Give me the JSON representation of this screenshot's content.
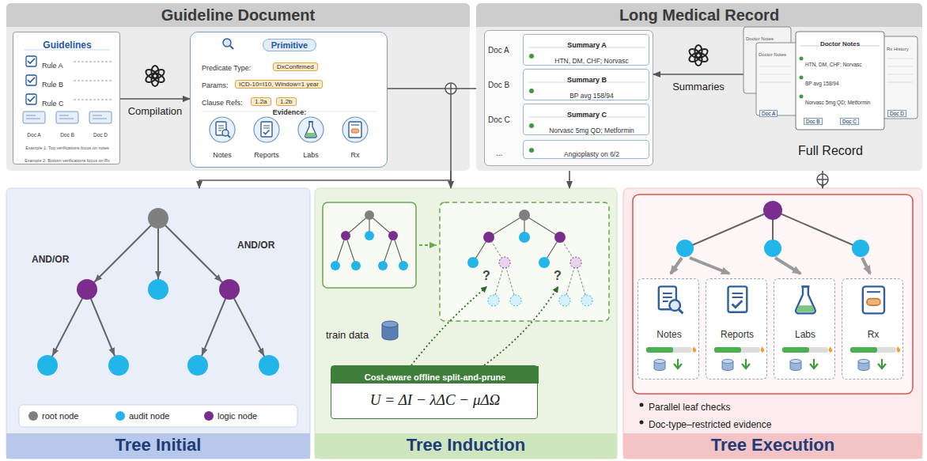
{
  "diagram": {
    "nodes": [
      {
        "text": [
          "Guideline Document"
        ]
      },
      {
        "text": [
          "Guidelines",
          "Rule A",
          "Rule B",
          "Rule C",
          "Doc A",
          "Doc B",
          "Doc D",
          "Example 1: Top verifications focus on notes",
          "Example 2: Bottom verifications focus on Rx"
        ],
        "in": 0
      },
      {
        "text": [
          "Primitive",
          "Predicate Type:",
          "DxConfirmed",
          "Params:",
          "ICD-10=I10, Window=1 year",
          "Clause Refs:",
          "1.2a",
          "1.2b",
          "Evidence:"
        ],
        "in": 0
      },
      {
        "text": [
          "Notes"
        ],
        "in": 2
      },
      {
        "text": [
          "Reports"
        ],
        "in": 2
      },
      {
        "text": [
          "Labs"
        ],
        "in": 2
      },
      {
        "text": [
          "Rx"
        ],
        "in": 2
      },
      {
        "text": [
          "Long Medical Record"
        ]
      },
      {
        "text": [
          "Doc A",
          "Doc B",
          "Doc C",
          "..."
        ],
        "in": 7
      },
      {
        "text": [
          "Summary A",
          "HTN, DM, CHF; Norvasc"
        ],
        "in": 8
      },
      {
        "text": [
          "Summary B",
          "BP avg 158/94"
        ],
        "in": 8
      },
      {
        "text": [
          "Summary C",
          "Norvasc 5mg QD; Metformin"
        ],
        "in": 8
      },
      {
        "text": [
          "Angioplasty on 6/2"
        ],
        "in": 8
      },
      {
        "text": [
          "Doctor Notes",
          "Doctor Notes",
          "Doctor Notes",
          "Rx History",
          "HTN, DM, CHF; Norvasc",
          "BP avg 158/94",
          "Norvasc 5mg QD; Metformin",
          "Doc A",
          "Doc B",
          "Doc C",
          "Doc D",
          "Full Record"
        ],
        "in": 7
      },
      {
        "text": [
          "Tree Initial"
        ]
      },
      {
        "text": [
          "Tree Induction"
        ]
      },
      {
        "text": [
          "Tree Execution"
        ]
      },
      {
        "text": [
          "Cost-aware offline split-and-prune",
          "U = ΔI − λΔC − μΔΩ"
        ],
        "in": 15
      },
      {
        "text": [
          "Notes"
        ],
        "in": 16
      },
      {
        "text": [
          "Reports"
        ],
        "in": 16
      },
      {
        "text": [
          "Labs"
        ],
        "in": 16
      },
      {
        "text": [
          "Rx"
        ],
        "in": 16
      }
    ],
    "edges": [
      {
        "from": 0,
        "to": 14,
        "arrow": "to"
      },
      {
        "from": 0,
        "to": 15,
        "arrow": "to"
      },
      {
        "from": 7,
        "to": 15,
        "arrow": "to"
      },
      {
        "from": 7,
        "to": 16,
        "arrow": "to"
      },
      {
        "from": 1,
        "to": 2,
        "label": "Compilation",
        "arrow": "to"
      },
      {
        "from": 13,
        "to": 8,
        "label": "Summaries",
        "arrow": "to"
      }
    ],
    "labels": [
      "AND/OR",
      "AND/OR",
      "train data",
      "?",
      "?",
      "Parallel leaf checks",
      "Doc-type–restricted evidence"
    ],
    "legend": [
      {
        "text": "root node",
        "color": "#7f7f7f"
      },
      {
        "text": "audit node",
        "color": "#21b5ea"
      },
      {
        "text": "logic node",
        "color": "#7b2d8e"
      }
    ]
  }
}
